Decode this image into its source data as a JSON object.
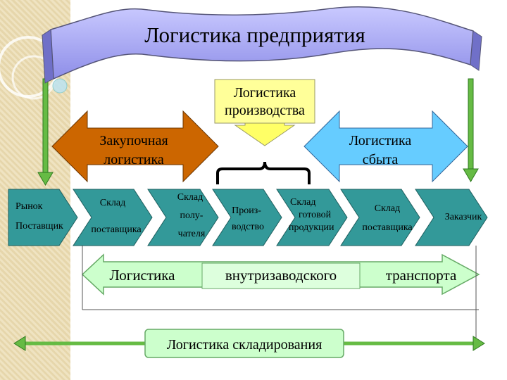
{
  "banner": {
    "title": "Логистика предприятия"
  },
  "top": {
    "production_line1": "Логистика",
    "production_line2": "производства",
    "procurement_line1": "Закупочная",
    "procurement_line2": "логистика",
    "sales_line1": "Логистика",
    "sales_line2": "сбыта"
  },
  "chain": [
    {
      "lines": [
        "Рынок",
        "Поставщик"
      ]
    },
    {
      "lines": [
        "Склад",
        "поставщика"
      ]
    },
    {
      "lines": [
        "Склад",
        "полу-",
        "чателя"
      ]
    },
    {
      "lines": [
        "Произ-",
        "водство"
      ]
    },
    {
      "lines": [
        "Склад",
        "готовой",
        "продукции"
      ]
    },
    {
      "lines": [
        "Склад",
        "поставщика"
      ]
    },
    {
      "lines": [
        "Заказчик"
      ]
    }
  ],
  "transport": {
    "left": "Логистика",
    "middle": "внутризаводского",
    "right": "транспорта"
  },
  "warehousing": {
    "label": "Логистика складирования"
  },
  "colors": {
    "banner_fill": "#9999ee",
    "procurement_fill": "#cc6600",
    "production_fill": "#ffff99",
    "sales_fill": "#66ccff",
    "chain_fill": "#339999",
    "transport_fill": "#ccffcc",
    "green_line": "#66bb44"
  }
}
